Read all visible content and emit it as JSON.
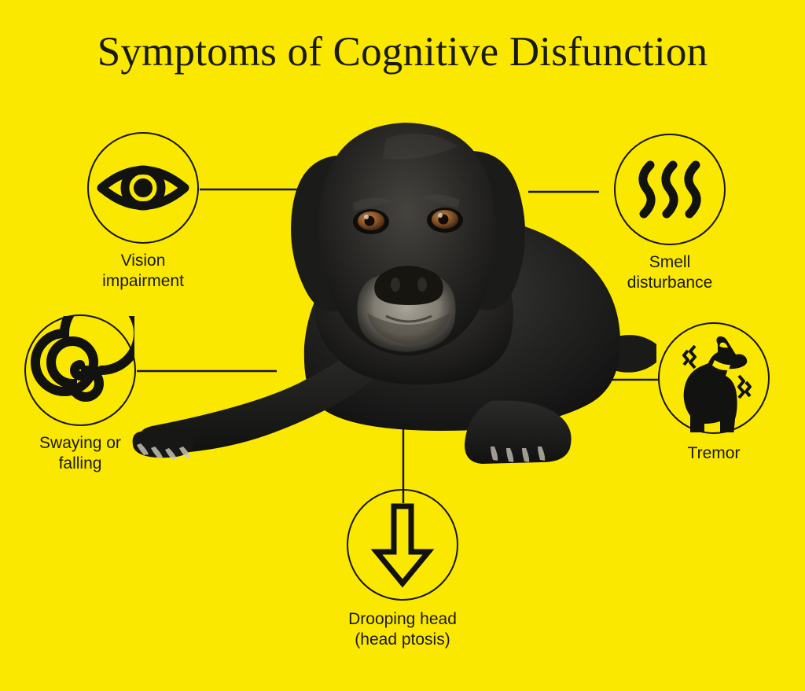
{
  "page": {
    "title": "Symptoms of Cognitive Disfunction",
    "background_color": "#FAE800",
    "ink_color": "#1a1a14"
  },
  "center_image": {
    "subject": "senior black labrador retriever lying down",
    "alt": "Elderly black Labrador dog with grey muzzle lying down facing forward"
  },
  "symptoms": [
    {
      "id": "vision",
      "icon": "eye-icon",
      "label": "Vision\nimpairment",
      "position": "top-left"
    },
    {
      "id": "smell",
      "icon": "scent-waves-icon",
      "label": "Smell\ndisturbance",
      "position": "top-right"
    },
    {
      "id": "swaying",
      "icon": "spiral-icon",
      "label": "Swaying or\nfalling",
      "position": "middle-left"
    },
    {
      "id": "tremor",
      "icon": "shaking-dog-icon",
      "label": "Tremor",
      "position": "middle-right"
    },
    {
      "id": "drooping",
      "icon": "down-arrow-icon",
      "label": "Drooping head\n(head ptosis)",
      "position": "bottom-center"
    }
  ]
}
